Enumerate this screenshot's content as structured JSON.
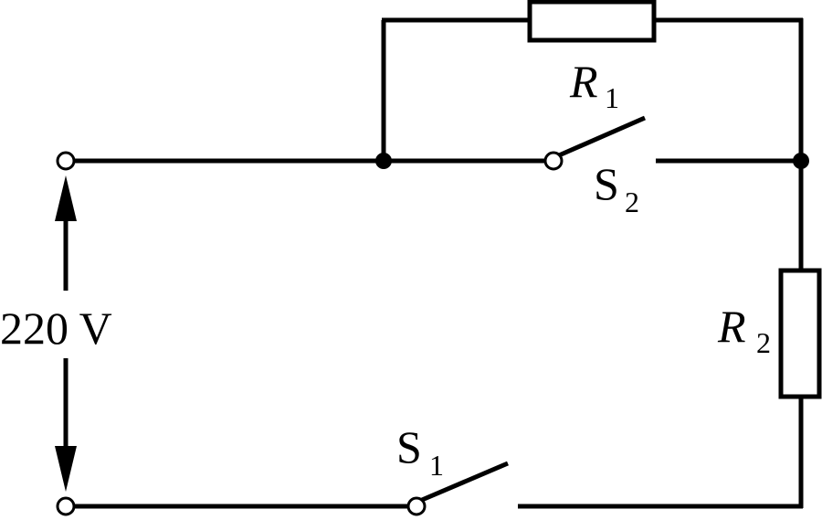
{
  "source_voltage": "220 V",
  "resistors": [
    {
      "symbol": "R",
      "subscript": "1"
    },
    {
      "symbol": "R",
      "subscript": "2"
    }
  ],
  "switches": [
    {
      "symbol": "S",
      "subscript": "1"
    },
    {
      "symbol": "S",
      "subscript": "2"
    }
  ]
}
